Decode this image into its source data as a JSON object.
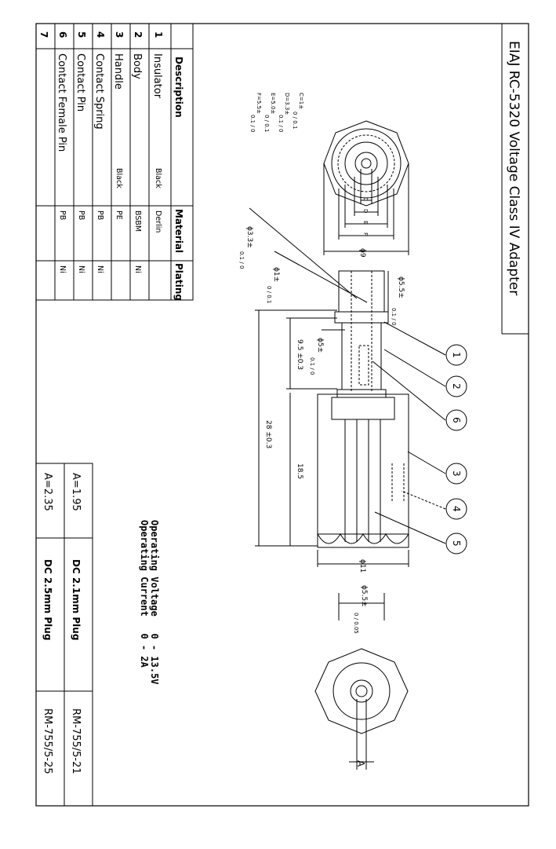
{
  "title": "EIAJ RC-5320 Voltage Class IV  Adapter",
  "parts_table": {
    "headers": {
      "description": "Description",
      "material": "Material",
      "plating": "Plating"
    },
    "rows": [
      {
        "no": "1",
        "description": "Insulator",
        "note": "Black",
        "material": "Derlin",
        "plating": ""
      },
      {
        "no": "2",
        "description": "Body",
        "note": "",
        "material": "BSBM",
        "plating": "Ni"
      },
      {
        "no": "3",
        "description": "Handle",
        "note": "Black",
        "material": "PE",
        "plating": ""
      },
      {
        "no": "4",
        "description": "Contact Spring",
        "note": "",
        "material": "PB",
        "plating": "Ni"
      },
      {
        "no": "5",
        "description": "Contact Pin",
        "note": "",
        "material": "PB",
        "plating": "Ni"
      },
      {
        "no": "6",
        "description": "Contact Female Pin",
        "note": "",
        "material": "PB",
        "plating": "Ni"
      },
      {
        "no": "7",
        "description": "",
        "note": "",
        "material": "",
        "plating": ""
      }
    ]
  },
  "dimensions": {
    "c": "C=1±",
    "c_tol": "0 / 0.1",
    "d": "D=3.3±",
    "d_tol": "0.1 / 0",
    "e": "E=5.0±",
    "e_tol": "0 / 0.1",
    "f": "F=5.5±",
    "f_tol": "0.1 / 0",
    "phi9": "ϕ9",
    "phi33": "ϕ3.3±",
    "phi33_tol": "0.1 / 0",
    "phi1": "ϕ1±",
    "phi1_tol": "0 / 0.1",
    "phi55": "ϕ5.5±",
    "phi55_tol": "0.1 / 0",
    "phi5": "ϕ5±",
    "phi5_tol": "0.1 / 0",
    "len95": "9.5 ±0.3",
    "len28": "28 ±0.3",
    "len185": "18.5",
    "phi11": "ϕ11",
    "phi55b": "ϕ5.5±",
    "phi55b_tol": "0 / 0.05",
    "a_label": "A",
    "label_c": "C",
    "label_d": "D",
    "label_e": "E",
    "label_f": "F"
  },
  "callouts": [
    "1",
    "2",
    "6",
    "3",
    "4",
    "5"
  ],
  "ratings": {
    "voltage": "Operating Voltage   0 - 13.5V",
    "current": "Operating Current   0 - 2A"
  },
  "variants": [
    {
      "a": "A=1.95",
      "plug": "DC 2.1mm Plug",
      "part": "RM-755/5-21"
    },
    {
      "a": "A=2.35",
      "plug": "DC 2.5mm Plug",
      "part": "RM-755/5-25"
    }
  ],
  "colors": {
    "ink": "#000000",
    "paper": "#ffffff"
  }
}
